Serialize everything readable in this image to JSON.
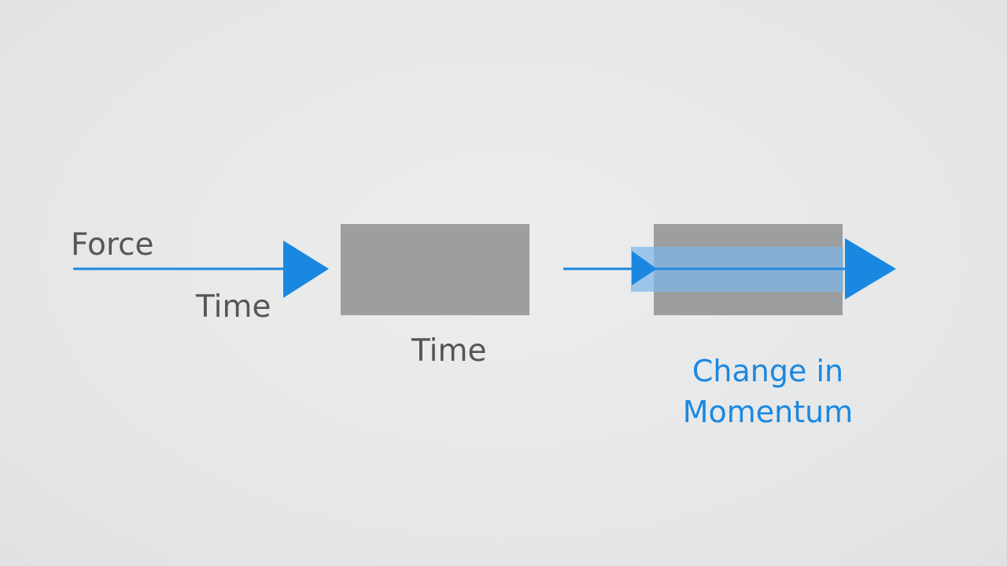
{
  "labels": {
    "force": "Force",
    "time_left": "Time",
    "time_center": "Time",
    "change_in": "Change in",
    "momentum": "Momentum"
  },
  "colors": {
    "background": "#e6e7e8",
    "arrow_blue": "#1a88e0",
    "box_gray": "#9c9ea0",
    "overlay_blue": "#7fb6e8",
    "text_gray": "#545658",
    "text_blue": "#1a88e0"
  }
}
